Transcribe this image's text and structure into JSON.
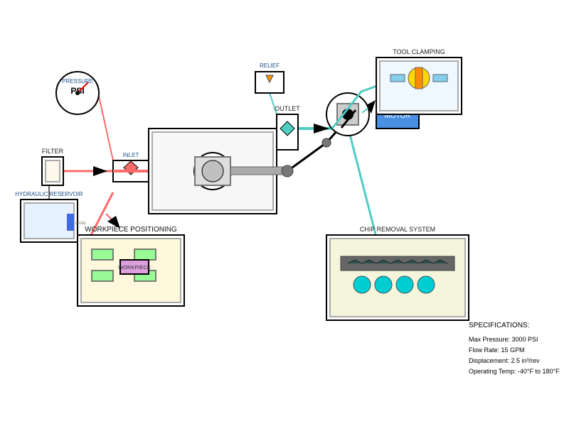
{
  "labels": {
    "pressure": "PRESSURE",
    "psi": "PSI",
    "filter": "FILTER",
    "inlet": "INLET",
    "reservoir": "HYDRAULIC RESERVOIR",
    "level": "LEVEL",
    "workpiece_positioning": "WORKPIECE POSITIONING",
    "workpiece": "WORKPIECE",
    "relief": "RELIEF",
    "outlet": "OUTLET",
    "motor": "MOTOR",
    "tool_clamping": "TOOL CLAMPING",
    "chip_removal": "CHIP REMOVAL SYSTEM"
  },
  "specifications": {
    "title": "SPECIFICATIONS:",
    "items": [
      "Max Pressure: 3000 PSI",
      "Flow Rate: 15 GPM",
      "Displacement: 2.5 in³/rev",
      "Operating Temp: -40°F to 180°F"
    ]
  },
  "colors": {
    "pressure_line": "#ff6b6b",
    "return_line": "#4ecdc4",
    "motor": "#4a90e2",
    "reservoir_level": "#4169e1",
    "workpiece": "#dda0dd",
    "fixtures": "#98fb98",
    "chip_wheels": "#00ced1",
    "clamp": "#ffd700"
  }
}
